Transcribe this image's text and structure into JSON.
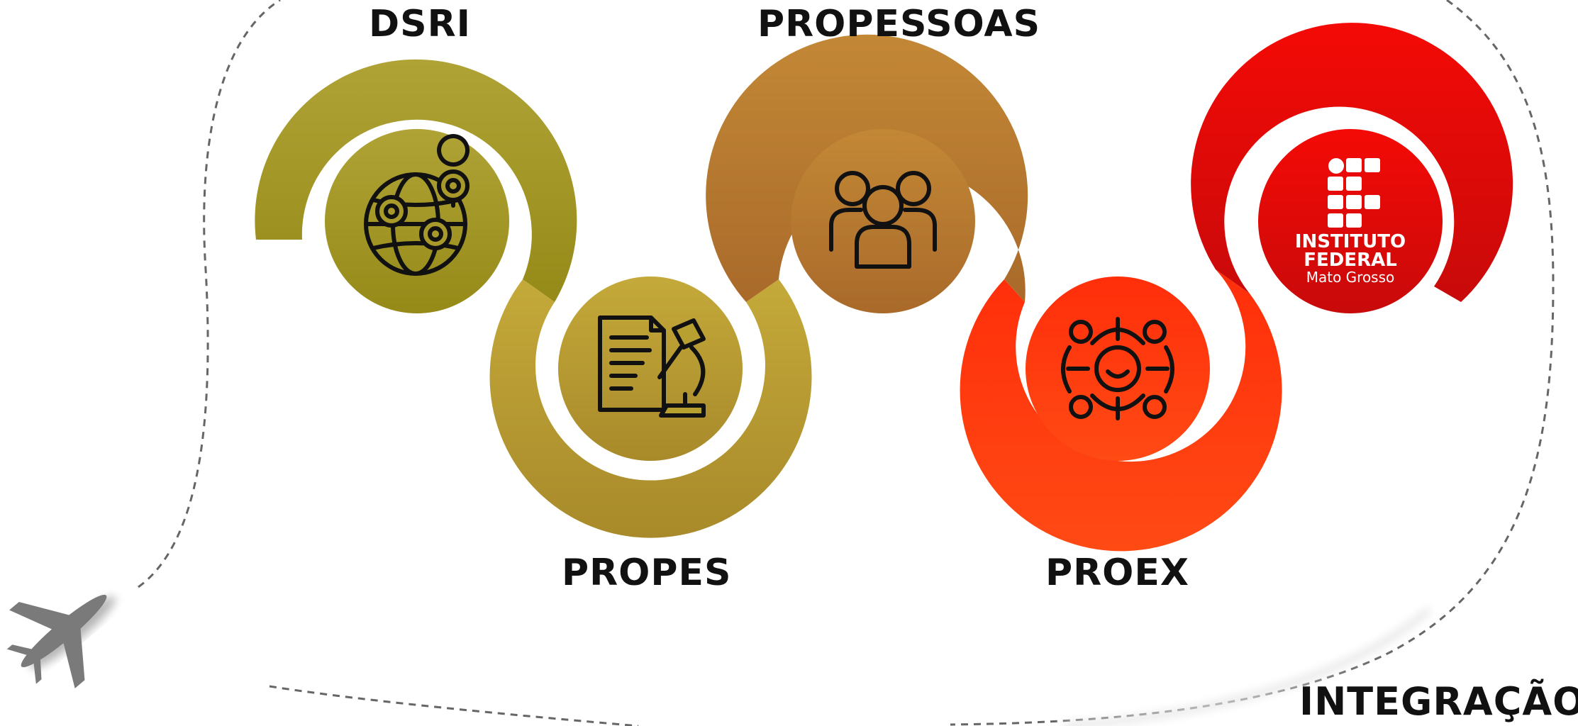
{
  "stages": [
    {
      "label": "DSRI",
      "icon": "globe-with-location-pins-icon",
      "color": "#A89A2A"
    },
    {
      "label": "PROPES",
      "icon": "document-and-microscope-icon",
      "color": "#B8A030"
    },
    {
      "label": "PROPESSOAS",
      "icon": "people-group-icon",
      "color": "#B9772E"
    },
    {
      "label": "PROEX",
      "icon": "community-network-icon",
      "color": "#FF3A10"
    },
    {
      "label": "",
      "icon": "instituto-federal-logo-icon",
      "color": "#E00A0A"
    }
  ],
  "logo": {
    "line1": "INSTITUTO",
    "line2": "FEDERAL",
    "line3": "Mato Grosso"
  },
  "footer": {
    "label": "INTEGRAÇÃO"
  },
  "decor": {
    "plane_icon": "airplane-icon",
    "path_color": "#666666"
  }
}
